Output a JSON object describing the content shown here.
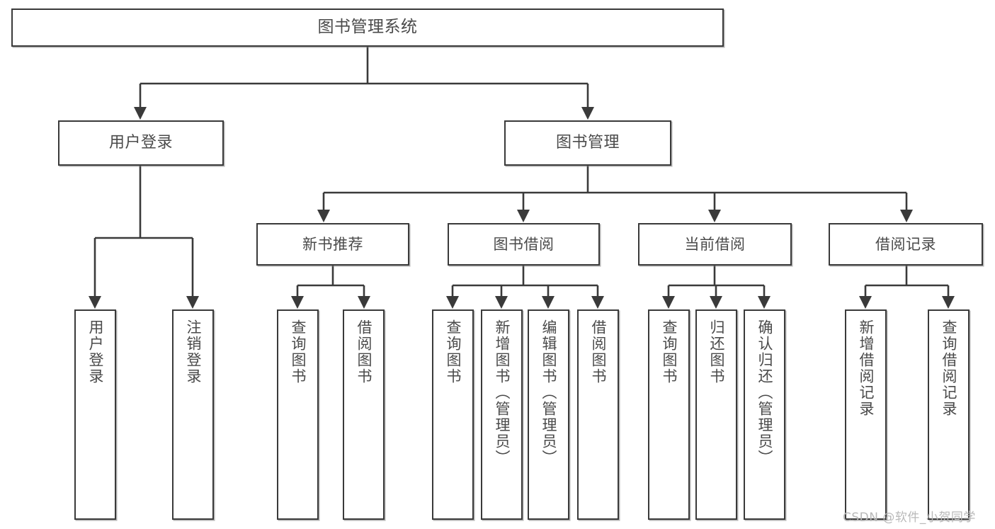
{
  "diagram": {
    "title": "图书管理系统",
    "type": "hierarchy-tree",
    "root": {
      "label": "图书管理系统"
    },
    "level2": [
      {
        "label": "用户登录"
      },
      {
        "label": "图书管理"
      }
    ],
    "level3": [
      {
        "label": "新书推荐"
      },
      {
        "label": "图书借阅"
      },
      {
        "label": "当前借阅"
      },
      {
        "label": "借阅记录"
      }
    ],
    "leaves": [
      {
        "label": "用户登录"
      },
      {
        "label": "注销登录"
      },
      {
        "label": "查询图书"
      },
      {
        "label": "借阅图书"
      },
      {
        "label": "查询图书"
      },
      {
        "label": "新增图书（管理员）"
      },
      {
        "label": "编辑图书（管理员）"
      },
      {
        "label": "借阅图书"
      },
      {
        "label": "查询图书"
      },
      {
        "label": "归还图书"
      },
      {
        "label": "确认归还（管理员）"
      },
      {
        "label": "新增借阅记录"
      },
      {
        "label": "查询借阅记录"
      }
    ],
    "watermark": "CSDN @软件_小贺同学",
    "colors": {
      "stroke": "#3a3a3a",
      "text": "#4a4a4a",
      "background": "#ffffff",
      "watermark": "#b9b9b9"
    }
  }
}
